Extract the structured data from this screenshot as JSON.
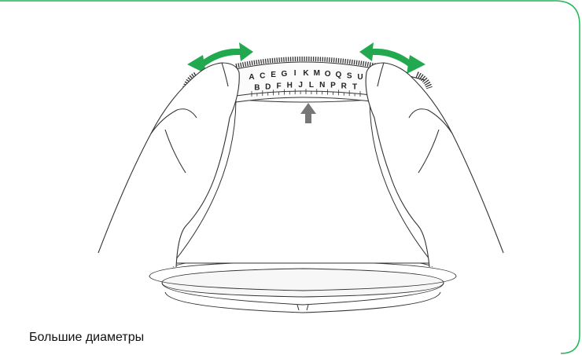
{
  "caption": "Большие диаметры",
  "scale": {
    "upper_letters": [
      "A",
      "C",
      "E",
      "G",
      "I",
      "K",
      "M",
      "O",
      "Q",
      "S",
      "U"
    ],
    "lower_letters": [
      "B",
      "D",
      "F",
      "H",
      "J",
      "L",
      "N",
      "P",
      "R",
      "T"
    ]
  },
  "colors": {
    "frame": "#1db954",
    "arrows": "#22a94f",
    "pointer": "#777777",
    "lines": "#333333"
  },
  "icons": {
    "rotate_left": "curved-double-arrow-icon",
    "rotate_right": "curved-double-arrow-icon",
    "pointer": "up-arrow-icon"
  }
}
